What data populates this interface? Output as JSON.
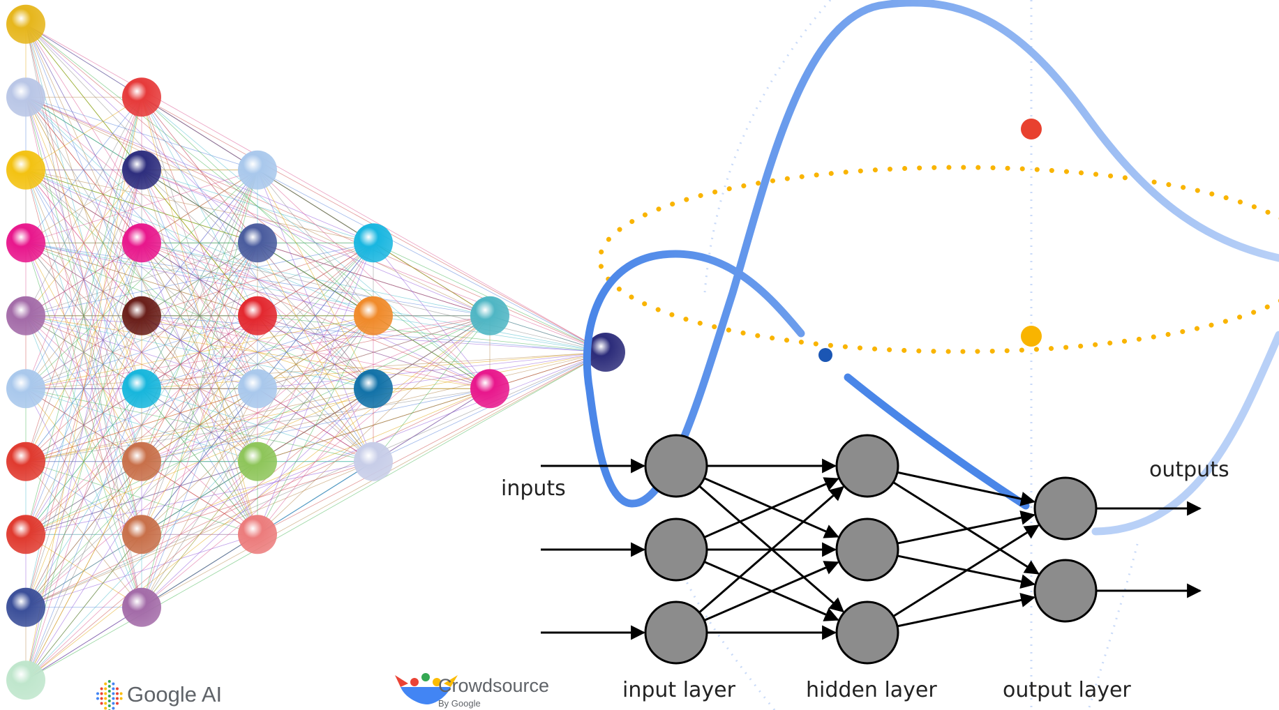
{
  "labels": {
    "inputs": "inputs",
    "outputs": "outputs",
    "input_layer": "input layer",
    "hidden_layer": "hidden layer",
    "output_layer": "output layer"
  },
  "logos": {
    "google_ai": "Google AI",
    "crowdsource": "Crowdsource",
    "crowdsource_sub": "By Google"
  },
  "colors": {
    "curve_blue": "#4a86e8",
    "orbit_yellow": "#f9b400",
    "dot_red": "#e8412f",
    "dot_blue": "#1b56b4",
    "neuron_gray": "#8c8c8c"
  },
  "triangle_network": {
    "layers": [
      {
        "node_colors": [
          "#e6b61c",
          "#b9c6e6",
          "#f3c212",
          "#e8178c",
          "#a36ba8",
          "#a9c8ec",
          "#e03a2f",
          "#e03a2f",
          "#3b4f99",
          "#bfe6cc"
        ]
      },
      {
        "node_colors": [
          "#e63a3a",
          "#2e2e7e",
          "#e8178c",
          "#6a1f1a",
          "#17b6dc",
          "#c8704a",
          "#c8704a",
          "#a36ba8"
        ]
      },
      {
        "node_colors": [
          "#a9c8ec",
          "#4a5c9e",
          "#e3282f",
          "#a9c8ec",
          "#8ec55a",
          "#ec7c7c"
        ]
      },
      {
        "node_colors": [
          "#18b6e0",
          "#f08a2a",
          "#1272a8",
          "#c7cde8"
        ]
      },
      {
        "node_colors": [
          "#4fb6c4",
          "#e8178c"
        ]
      },
      {
        "node_colors": [
          "#2c2c7a"
        ]
      }
    ]
  },
  "feedforward_network": {
    "layers": [
      3,
      3,
      2
    ]
  }
}
